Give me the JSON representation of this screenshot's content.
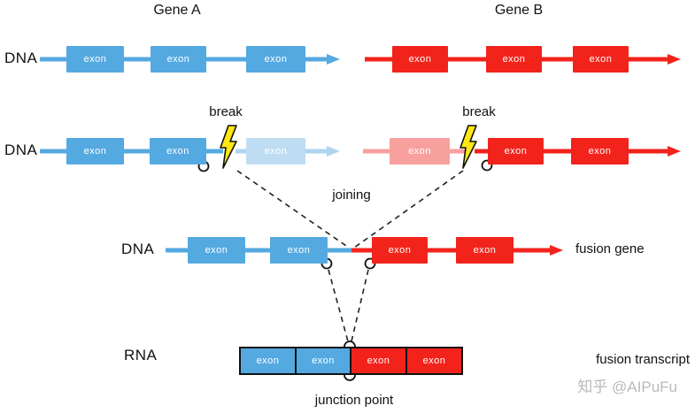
{
  "titles": {
    "gene_a": "Gene A",
    "gene_b": "Gene B"
  },
  "labels": {
    "dna": "DNA",
    "rna": "RNA",
    "exon": "exon",
    "break": "break",
    "joining": "joining",
    "fusion_gene": "fusion gene",
    "fusion_transcript": "fusion transcript",
    "junction_point": "junction point"
  },
  "colors": {
    "gene_a_blue": "#54A9E1",
    "gene_a_faded_blue": "#BEDDF2",
    "gene_b_red": "#F2231B",
    "gene_b_faded_pink": "#F8A09E",
    "bolt_yellow": "#FFE712",
    "outline_black": "#111111",
    "watermark_gray": "#b9b9b9"
  },
  "structure": {
    "row1": {
      "type": "DNA",
      "gene_a_exons": 3,
      "gene_b_exons": 3
    },
    "row2": {
      "type": "DNA",
      "events": [
        "break in Gene A after exon 2",
        "break in Gene B before exon 2"
      ]
    },
    "row3": {
      "type": "DNA",
      "result": "fusion gene (2 blue exons + 2 red exons)"
    },
    "row4": {
      "type": "RNA",
      "result": "fusion transcript (2 blue exons + 2 red exons joined at junction point)"
    }
  },
  "watermark": "知乎 @AIPuFu"
}
